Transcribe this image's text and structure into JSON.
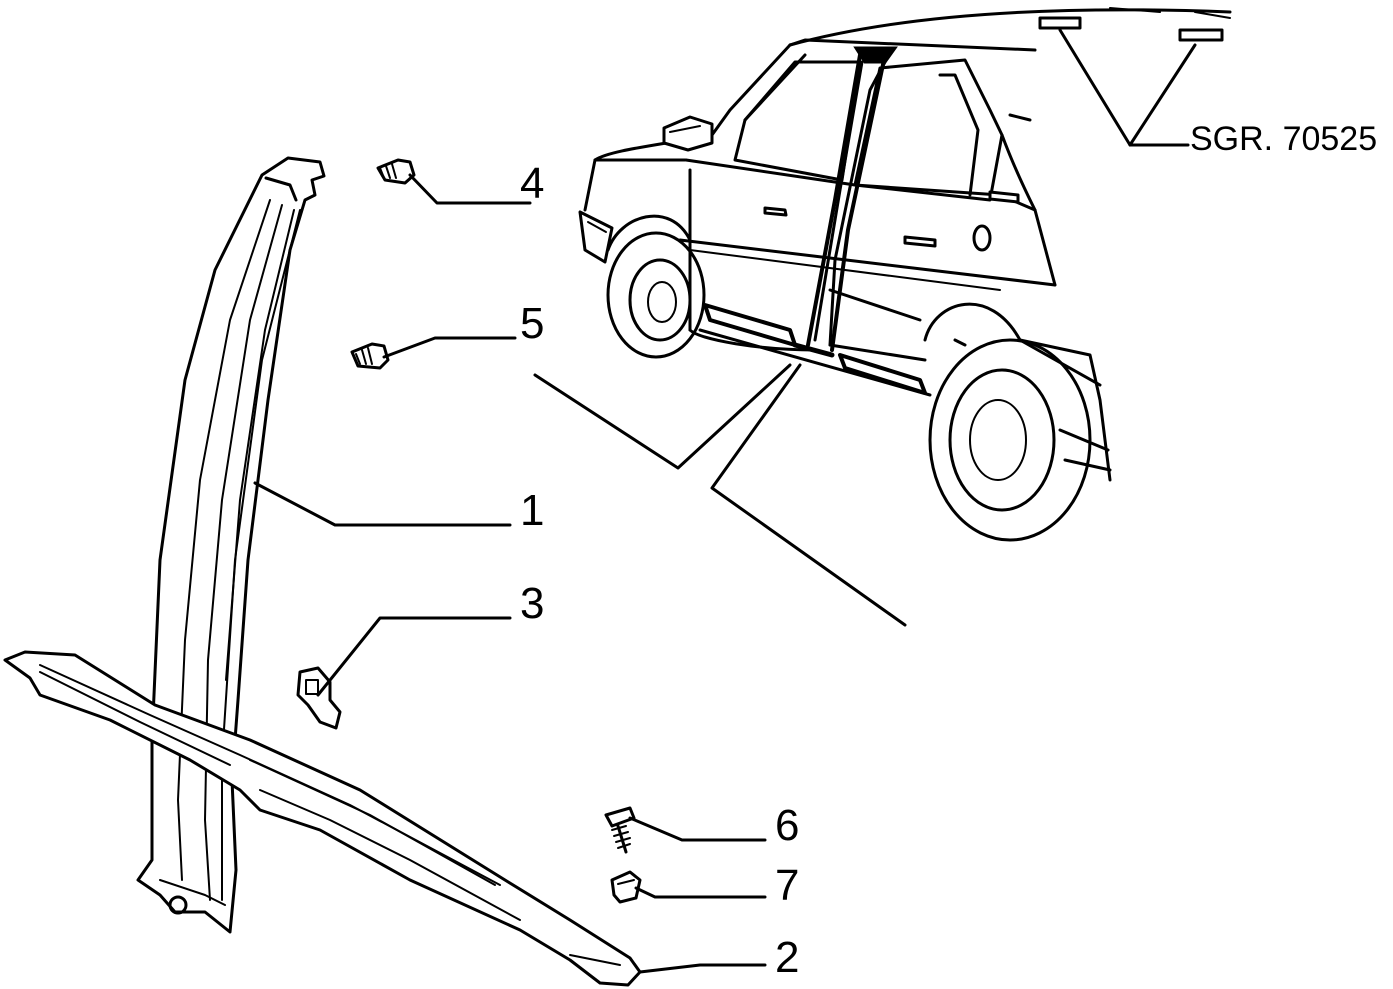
{
  "diagram": {
    "reference": "SGR. 70525",
    "callouts": [
      {
        "id": "1",
        "label": "1"
      },
      {
        "id": "2",
        "label": "2"
      },
      {
        "id": "3",
        "label": "3"
      },
      {
        "id": "4",
        "label": "4"
      },
      {
        "id": "5",
        "label": "5"
      },
      {
        "id": "6",
        "label": "6"
      },
      {
        "id": "7",
        "label": "7"
      }
    ]
  }
}
